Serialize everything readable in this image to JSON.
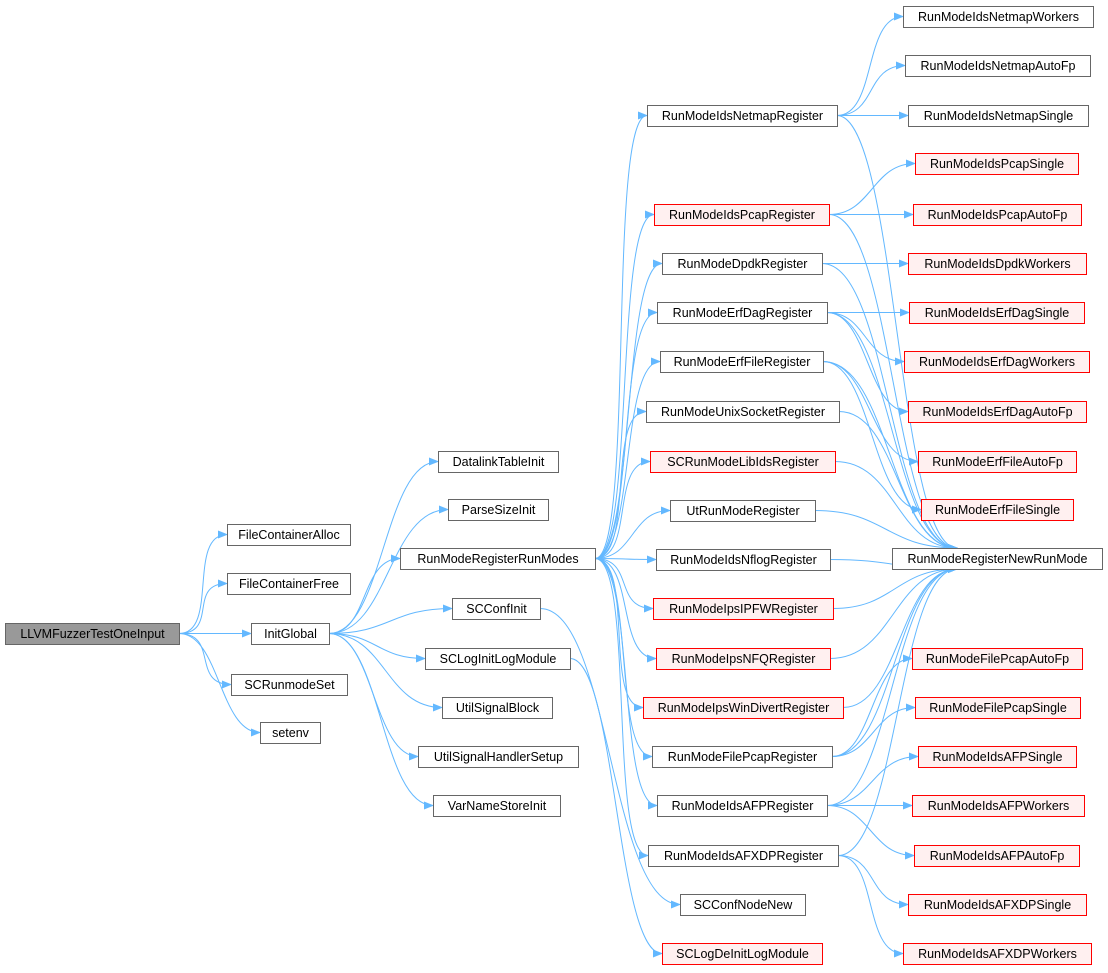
{
  "colors": {
    "edge": "#63b8ff",
    "node_border": "#666666",
    "node_fill": "#ffffff",
    "external_border": "#ff0000",
    "external_fill": "#fff0f0",
    "root_fill": "#999999",
    "root_border": "#666666"
  },
  "nodes": {
    "n_llvm": "LLVMFuzzerTestOneInput",
    "n_fcalloc": "FileContainerAlloc",
    "n_fcfree": "FileContainerFree",
    "n_initglobal": "InitGlobal",
    "n_screnset": "SCRunmodeSet",
    "n_setenv": "setenv",
    "n_datalink": "DatalinkTableInit",
    "n_parsesize": "ParseSizeInit",
    "n_rmregister": "RunModeRegisterRunModes",
    "n_scconfinit": "SCConfInit",
    "n_sclog": "SCLogInitLogModule",
    "n_utilsigblock": "UtilSignalBlock",
    "n_utilsighandler": "UtilSignalHandlerSetup",
    "n_varname": "VarNameStoreInit",
    "n_netmapreg": "RunModeIdsNetmapRegister",
    "n_pcapreg": "RunModeIdsPcapRegister",
    "n_dpdkreg": "RunModeDpdkRegister",
    "n_erfdagreg": "RunModeErfDagRegister",
    "n_erffilereg": "RunModeErfFileRegister",
    "n_unixreg": "RunModeUnixSocketRegister",
    "n_libidsreg": "SCRunModeLibIdsRegister",
    "n_utrmreg": "UtRunModeRegister",
    "n_nflogreg": "RunModeIdsNflogRegister",
    "n_ipfwreg": "RunModeIpsIPFWRegister",
    "n_nfqreg": "RunModeIpsNFQRegister",
    "n_windivreg": "RunModeIpsWinDivertRegister",
    "n_filepcapreg": "RunModeFilePcapRegister",
    "n_afpreg": "RunModeIdsAFPRegister",
    "n_afxdpreg": "RunModeIdsAFXDPRegister",
    "n_scconfnodenew": "SCConfNodeNew",
    "n_sclogdeinit": "SCLogDeInitLogModule",
    "n_netmapworkers": "RunModeIdsNetmapWorkers",
    "n_netmapautofp": "RunModeIdsNetmapAutoFp",
    "n_netmapsingle": "RunModeIdsNetmapSingle",
    "n_pcapsingle": "RunModeIdsPcapSingle",
    "n_pcapautofp": "RunModeIdsPcapAutoFp",
    "n_dpdkworkers": "RunModeIdsDpdkWorkers",
    "n_erfdagsingle": "RunModeIdsErfDagSingle",
    "n_erfdagworkers": "RunModeIdsErfDagWorkers",
    "n_erfdagautofp": "RunModeIdsErfDagAutoFp",
    "n_erffileautofp": "RunModeErfFileAutoFp",
    "n_erffilesingle": "RunModeErfFileSingle",
    "n_newrunmode": "RunModeRegisterNewRunMode",
    "n_filepcapautofp": "RunModeFilePcapAutoFp",
    "n_filepcapsingle": "RunModeFilePcapSingle",
    "n_afpsingle": "RunModeIdsAFPSingle",
    "n_afpworkers": "RunModeIdsAFPWorkers",
    "n_afpautofp": "RunModeIdsAFPAutoFp",
    "n_afxdpsingle": "RunModeIdsAFXDPSingle",
    "n_afxdpworkers": "RunModeIdsAFXDPWorkers"
  }
}
